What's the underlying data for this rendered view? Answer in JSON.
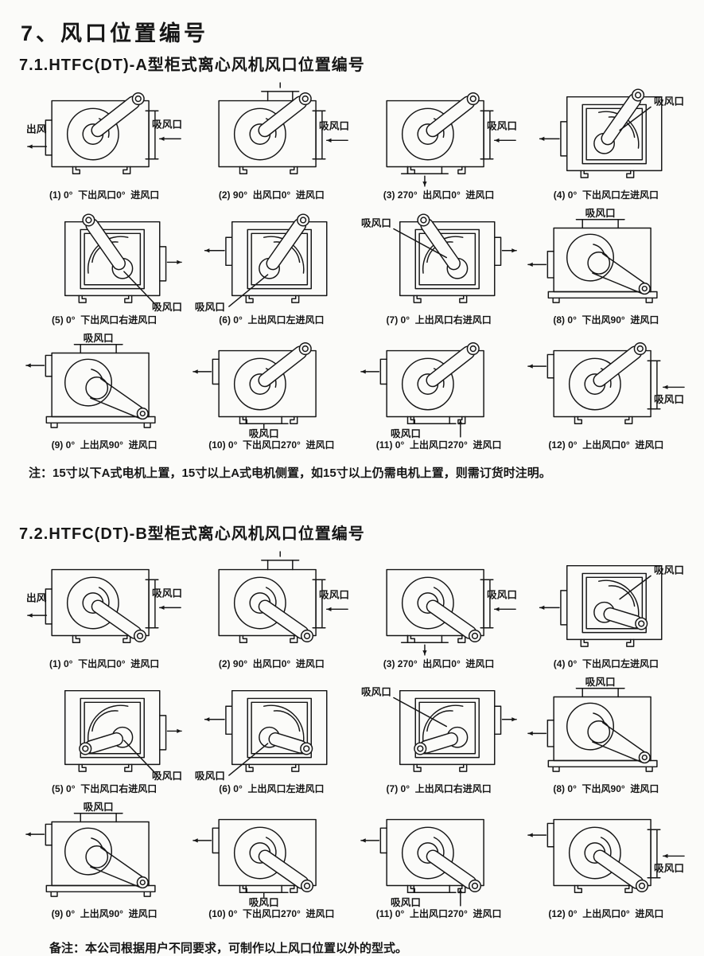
{
  "page": {
    "title": "7、风口位置编号",
    "note": "注：15寸以下A式电机上置，15寸以上A式电机侧置，如15寸以上仍需电机上置，则需订货时注明。",
    "footer_note": "备注：本公司根据用户不同要求，可制作以上风口位置以外的型式。"
  },
  "sections": [
    {
      "heading": "7.1.HTFC(DT)-A型柜式离心风机风口位置编号",
      "motor_style": "A",
      "diagrams": [
        {
          "caption": "(1) 0°  下出风口0°  进风口",
          "variant": "side-left-out",
          "outlet_label": "出风",
          "inlet_label": "吸风口"
        },
        {
          "caption": "(2) 90°  出风口0°  进风口",
          "variant": "side-top-out",
          "inlet_label": "吸风口"
        },
        {
          "caption": "(3) 270°  出风口0°  进风口",
          "variant": "side-bottom-out",
          "inlet_label": "吸风口"
        },
        {
          "caption": "(4) 0°  下出风口左进风口",
          "variant": "front-label-tr",
          "inlet_label": "吸风口"
        },
        {
          "caption": "(5) 0°  下出风口右进风口",
          "variant": "front-label-br",
          "inlet_label": "吸风口"
        },
        {
          "caption": "(6) 0°  上出风口左进风口",
          "variant": "front-label-bl",
          "inlet_label": "吸风口"
        },
        {
          "caption": "(7) 0°  上出风口右进风口",
          "variant": "front-label-tl",
          "inlet_label": "吸风口"
        },
        {
          "caption": "(8) 0°  下出风90°  进风口",
          "variant": "belt-mid",
          "inlet_label": "吸风口"
        },
        {
          "caption": "(9) 0°  上出风90°  进风口",
          "variant": "belt-high",
          "inlet_label": "吸风口"
        },
        {
          "caption": "(10) 0°  下出风口270°  进风口",
          "variant": "side-bottom-in",
          "inlet_label": "吸风口"
        },
        {
          "caption": "(11) 0°  上出风口270°  进风口",
          "variant": "side-bottom-in2",
          "inlet_label": "吸风口"
        },
        {
          "caption": "(12) 0°  上出风口0°  进风口",
          "variant": "side-right-in2",
          "inlet_label": "吸风口"
        }
      ]
    },
    {
      "heading": "7.2.HTFC(DT)-B型柜式离心风机风口位置编号",
      "motor_style": "B",
      "diagrams": [
        {
          "caption": "(1) 0°  下出风口0°  进风口",
          "variant": "side-left-out",
          "outlet_label": "出风",
          "inlet_label": "吸风口"
        },
        {
          "caption": "(2) 90°  出风口0°  进风口",
          "variant": "side-top-out",
          "inlet_label": "吸风口"
        },
        {
          "caption": "(3) 270°  出风口0°  进风口",
          "variant": "side-bottom-out",
          "inlet_label": "吸风口"
        },
        {
          "caption": "(4) 0°  下出风口左进风口",
          "variant": "front-label-tr",
          "inlet_label": "吸风口"
        },
        {
          "caption": "(5) 0°  下出风口右进风口",
          "variant": "front-label-br",
          "inlet_label": "吸风口"
        },
        {
          "caption": "(6) 0°  上出风口左进风口",
          "variant": "front-label-bl",
          "inlet_label": "吸风口"
        },
        {
          "caption": "(7) 0°  上出风口右进风口",
          "variant": "front-label-tl",
          "inlet_label": "吸风口"
        },
        {
          "caption": "(8) 0°  下出风90°  进风口",
          "variant": "belt-mid",
          "inlet_label": "吸风口"
        },
        {
          "caption": "(9) 0°  上出风90°  进风口",
          "variant": "belt-high",
          "inlet_label": "吸风口"
        },
        {
          "caption": "(10) 0°  下出风口270°  进风口",
          "variant": "side-bottom-in",
          "inlet_label": "吸风口"
        },
        {
          "caption": "(11) 0°  上出风口270°  进风口",
          "variant": "side-bottom-in2",
          "inlet_label": "吸风口"
        },
        {
          "caption": "(12) 0°  上出风口0°  进风口",
          "variant": "side-right-in2",
          "inlet_label": "吸风口"
        }
      ]
    }
  ]
}
